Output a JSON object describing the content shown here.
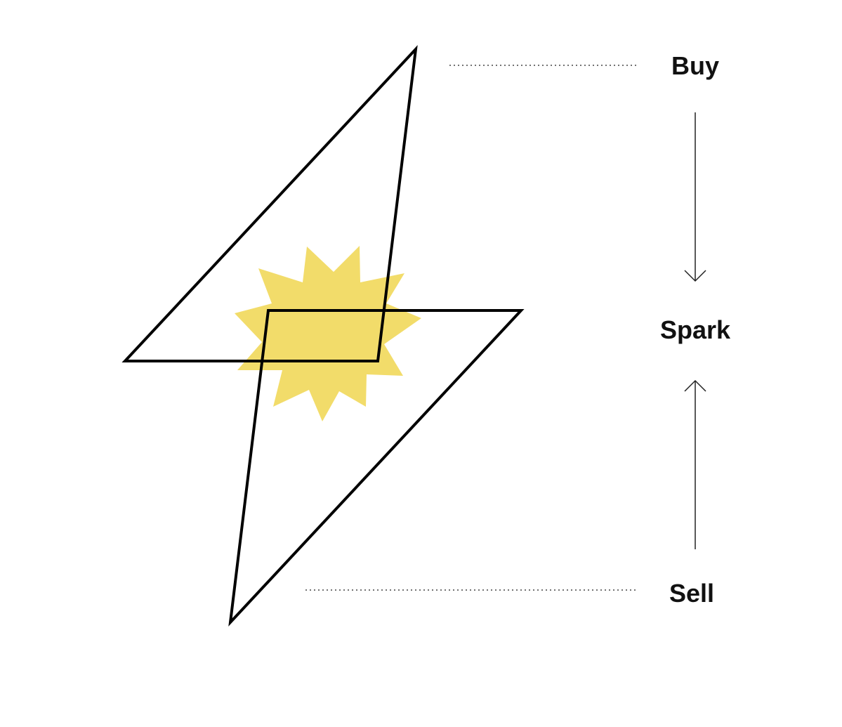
{
  "labels": {
    "buy": "Buy",
    "spark": "Spark",
    "sell": "Sell"
  },
  "colors": {
    "spark": "#f2dc6a",
    "stroke": "#000000",
    "text": "#111111"
  },
  "icons": [
    "lightning-bolt-icon",
    "spark-burst-icon",
    "arrow-down-icon",
    "arrow-up-icon"
  ]
}
